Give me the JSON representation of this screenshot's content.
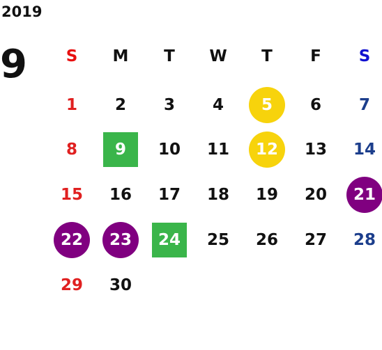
{
  "calendar": {
    "year": "2019",
    "month": "9",
    "weekday_headers": [
      "S",
      "M",
      "T",
      "W",
      "T",
      "F",
      "S"
    ],
    "colors": {
      "sunday": "#e02020",
      "saturday": "#1c3e8c",
      "yellow_marker": "#f7d30c",
      "green_marker": "#3ab54a",
      "purple_marker": "#800080"
    },
    "weeks": [
      [
        {
          "day": "1",
          "marker": ""
        },
        {
          "day": "2",
          "marker": ""
        },
        {
          "day": "3",
          "marker": ""
        },
        {
          "day": "4",
          "marker": ""
        },
        {
          "day": "5",
          "marker": "yellow-circle"
        },
        {
          "day": "6",
          "marker": ""
        },
        {
          "day": "7",
          "marker": ""
        }
      ],
      [
        {
          "day": "8",
          "marker": ""
        },
        {
          "day": "9",
          "marker": "green-square"
        },
        {
          "day": "10",
          "marker": ""
        },
        {
          "day": "11",
          "marker": ""
        },
        {
          "day": "12",
          "marker": "yellow-circle"
        },
        {
          "day": "13",
          "marker": ""
        },
        {
          "day": "14",
          "marker": ""
        }
      ],
      [
        {
          "day": "15",
          "marker": ""
        },
        {
          "day": "16",
          "marker": ""
        },
        {
          "day": "17",
          "marker": ""
        },
        {
          "day": "18",
          "marker": ""
        },
        {
          "day": "19",
          "marker": ""
        },
        {
          "day": "20",
          "marker": ""
        },
        {
          "day": "21",
          "marker": "purple-circle"
        }
      ],
      [
        {
          "day": "22",
          "marker": "purple-circle"
        },
        {
          "day": "23",
          "marker": "purple-circle"
        },
        {
          "day": "24",
          "marker": "green-square"
        },
        {
          "day": "25",
          "marker": ""
        },
        {
          "day": "26",
          "marker": ""
        },
        {
          "day": "27",
          "marker": ""
        },
        {
          "day": "28",
          "marker": ""
        }
      ],
      [
        {
          "day": "29",
          "marker": ""
        },
        {
          "day": "30",
          "marker": ""
        }
      ]
    ]
  }
}
